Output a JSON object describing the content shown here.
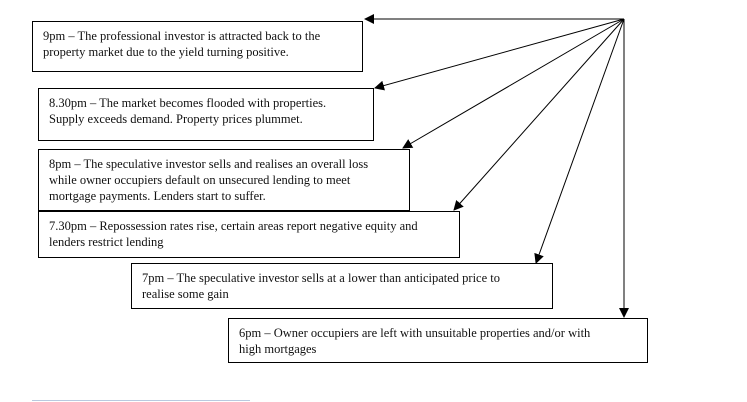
{
  "diagram": {
    "steps": [
      {
        "lines": [
          "9pm – The professional investor is attracted back to the",
          "property market due to the yield turning positive."
        ]
      },
      {
        "lines": [
          "8.30pm – The market becomes flooded with properties.",
          "Supply exceeds demand.  Property prices plummet."
        ]
      },
      {
        "lines": [
          "8pm – The speculative investor sells and realises an overall loss",
          "while owner occupiers default on unsecured lending to meet",
          "mortgage payments.  Lenders start to suffer."
        ]
      },
      {
        "lines": [
          "7.30pm – Repossession rates rise, certain areas report negative equity and",
          "lenders restrict lending"
        ]
      },
      {
        "lines": [
          "7pm – The speculative investor sells at a lower than anticipated price to",
          "realise some gain"
        ]
      },
      {
        "lines": [
          "6pm – Owner occupiers are left with unsuitable properties and/or with",
          "high mortgages"
        ]
      }
    ]
  }
}
